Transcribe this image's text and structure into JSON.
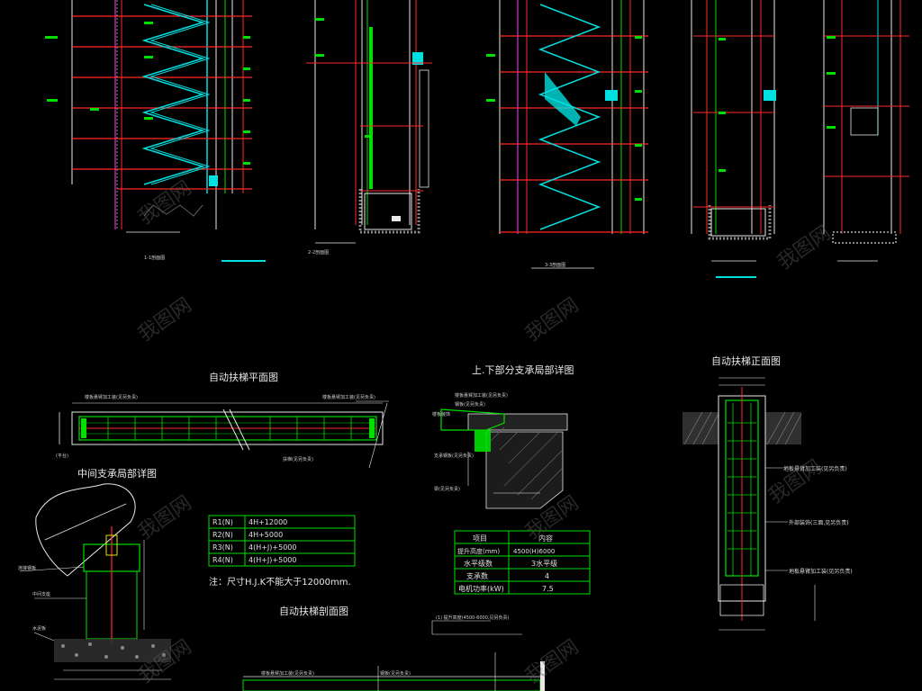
{
  "titles": {
    "escalator_plan": "自动扶梯平面图",
    "support_detail_updown": "上.下部分支承局部详图",
    "escalator_front": "自动扶梯正面图",
    "middle_support_detail": "中间支承局部详图",
    "escalator_section": "自动扶梯剖面图"
  },
  "note_dimension": "注：尺寸H.J.K不能大于12000mm.",
  "table_left": {
    "rows": [
      [
        "R1(N)",
        "4H+12000"
      ],
      [
        "R2(N)",
        "4H+5000"
      ],
      [
        "R3(N)",
        "4(H+J)+5000"
      ],
      [
        "R4(N)",
        "4(H+J)+5000"
      ]
    ]
  },
  "table_right": {
    "header": [
      "项目",
      "内容"
    ],
    "rows": [
      [
        "提升高度(mm)",
        "4500(H)6000"
      ],
      [
        "水平级数",
        "3水平级"
      ],
      [
        "支承数",
        "4"
      ],
      [
        "电机功率(kW)",
        "7.5"
      ]
    ]
  },
  "watermark": "我图网",
  "colors": {
    "background": "#000000",
    "green": "#00e000",
    "red": "#ff2a2a",
    "cyan": "#00e0e0",
    "magenta": "#ff40ff",
    "white": "#e8e8e8",
    "blue": "#3a4cff",
    "yellow": "#e8e000"
  }
}
